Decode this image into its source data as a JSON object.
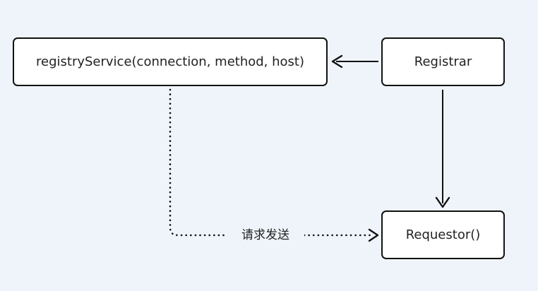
{
  "nodes": {
    "registry_service": "registryService(connection, method, host)",
    "registrar": "Registrar",
    "requestor": "Requestor()"
  },
  "edges": {
    "dotted_label": "请求发送"
  },
  "colors": {
    "background": "#eff4fb",
    "node_fill": "#ffffff",
    "stroke": "#111111"
  }
}
